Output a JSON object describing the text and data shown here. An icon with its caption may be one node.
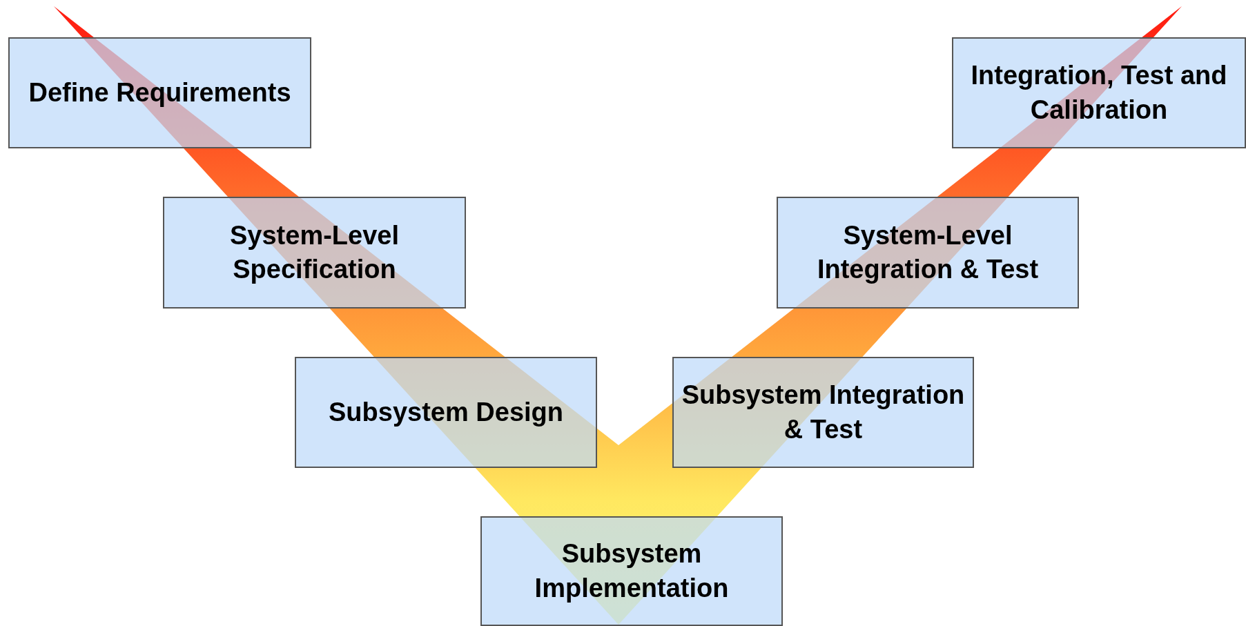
{
  "diagram": {
    "nodes": [
      {
        "text": [
          "Define Requirements"
        ]
      },
      {
        "text": [
          "System-Level Specification"
        ]
      },
      {
        "text": [
          "Subsystem Design"
        ]
      },
      {
        "text": [
          "Subsystem Implementation"
        ]
      },
      {
        "text": [
          "Subsystem Integration & Test"
        ]
      },
      {
        "text": [
          "System-Level Integration & Test"
        ]
      },
      {
        "text": [
          "Integration, Test and Calibration"
        ]
      }
    ]
  }
}
